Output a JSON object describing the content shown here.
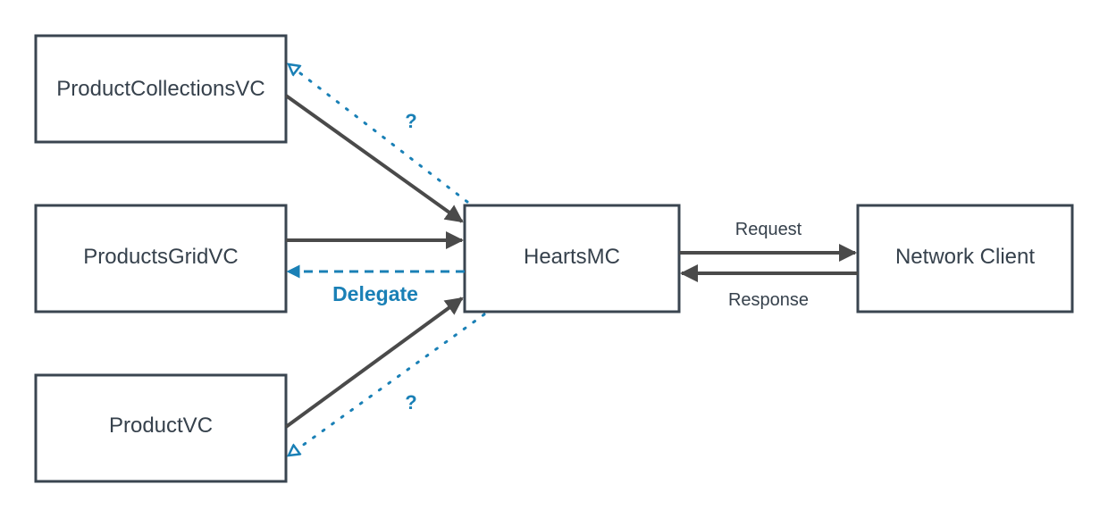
{
  "nodes": {
    "product_collections_vc": "ProductCollectionsVC",
    "products_grid_vc": "ProductsGridVC",
    "product_vc": "ProductVC",
    "hearts_mc": "HeartsMC",
    "network_client": "Network Client"
  },
  "edges": {
    "request": "Request",
    "response": "Response",
    "delegate": "Delegate",
    "question_top": "?",
    "question_bottom": "?"
  },
  "colors": {
    "box_stroke": "#3a4550",
    "text": "#36414c",
    "solid_arrow": "#4a4a4a",
    "accent_blue": "#1a80b6"
  }
}
